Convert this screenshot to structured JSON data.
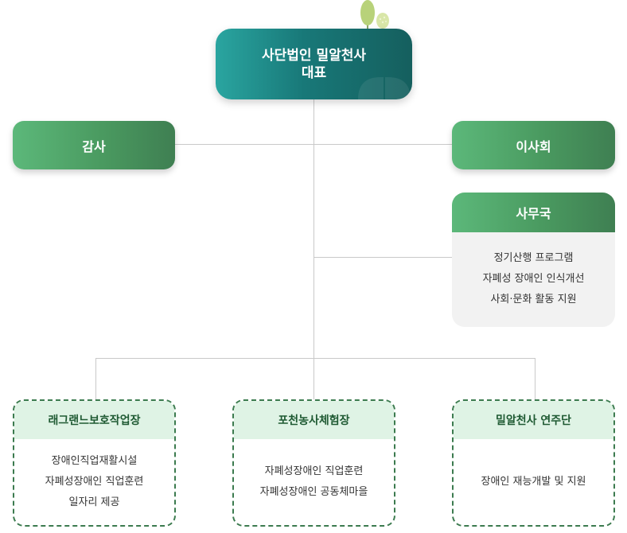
{
  "top": {
    "title": "사단법인 밀알천사\n대표"
  },
  "left_box": {
    "label": "감사"
  },
  "right_box": {
    "label": "이사회"
  },
  "office": {
    "title": "사무국",
    "items": [
      "정기산행 프로그램",
      "자폐성 장애인 인식개선",
      "사회·문화 활동 지원"
    ]
  },
  "units": [
    {
      "title": "래그랜느보호작업장",
      "items": [
        "장애인직업재활시설",
        "자폐성장애인 직업훈련",
        "일자리 제공"
      ]
    },
    {
      "title": "포천농사체험장",
      "items": [
        "자폐성장애인 직업훈련",
        "자폐성장애인 공동체마을"
      ]
    },
    {
      "title": "밀알천사 연주단",
      "items": [
        "장애인 재능개발 및 지원"
      ]
    }
  ],
  "colors": {
    "teal": "#187878",
    "green": "#4a9a60",
    "dashed_border": "#3c7b4f",
    "unit_header": "#dff3e5"
  }
}
